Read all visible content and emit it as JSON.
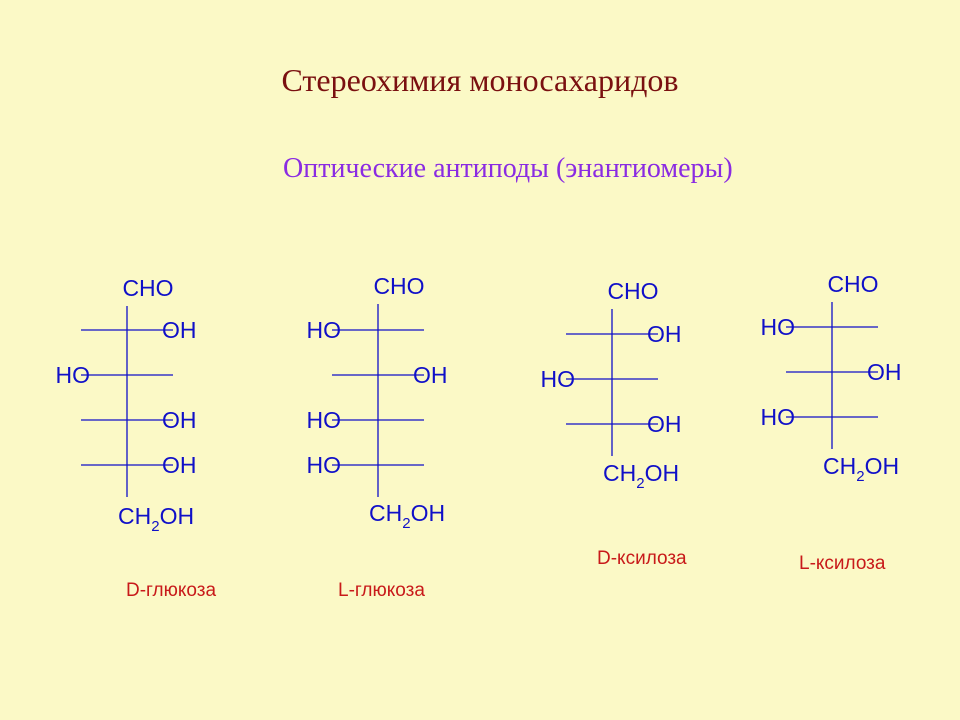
{
  "slide": {
    "title": "Стереохимия моносахаридов",
    "subtitle": "Оптические антиподы (энантиомеры)"
  },
  "groups": {
    "top": "CHO",
    "oh": "OH",
    "ho": "HO",
    "ch2oh_ch": "CH",
    "ch2oh_sub": "2",
    "ch2oh_oh": "OH"
  },
  "molecules": [
    {
      "name": "D-глюкоза",
      "sides": [
        "R",
        "L",
        "R",
        "R"
      ]
    },
    {
      "name": "L-глюкоза",
      "sides": [
        "L",
        "R",
        "L",
        "L"
      ]
    },
    {
      "name": "D-ксилоза",
      "sides": [
        "R",
        "L",
        "R"
      ]
    },
    {
      "name": "L-ксилоза",
      "sides": [
        "L",
        "R",
        "L"
      ]
    }
  ],
  "colors": {
    "background": "#fbf9c6",
    "title": "#7a1010",
    "subtitle": "#8a2be2",
    "formula": "#1010c8",
    "name": "#c81a1a"
  }
}
